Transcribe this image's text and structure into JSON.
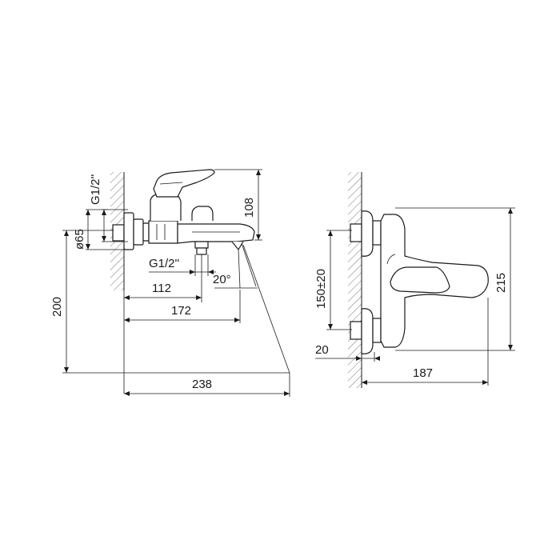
{
  "drawing": {
    "left_view": {
      "thread_top": "G1/2''",
      "diameter": "ø65",
      "height_108": "108",
      "thread_bottom": "G1/2''",
      "angle": "20°",
      "dim_112": "112",
      "dim_172": "172",
      "dim_200": "200",
      "dim_238": "238"
    },
    "right_view": {
      "center_distance": "150±20",
      "height_215": "215",
      "wall_gap": "20",
      "depth_187": "187"
    }
  }
}
